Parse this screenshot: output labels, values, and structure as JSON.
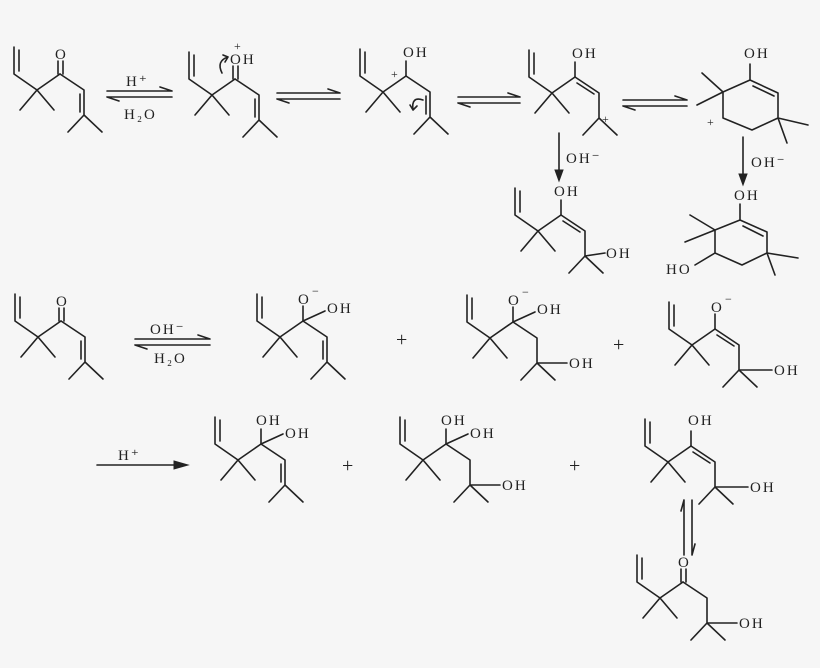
{
  "reagents": {
    "h_plus": "H⁺",
    "h2o": "H₂O",
    "oh_minus": "OH⁻"
  },
  "atoms": {
    "o": "O",
    "oh": "OH",
    "ho": "HO",
    "plus": "+",
    "minus": "−"
  },
  "operators": {
    "plus": "+"
  },
  "colors": {
    "ink": "#222222",
    "background": "#f6f6f6"
  }
}
